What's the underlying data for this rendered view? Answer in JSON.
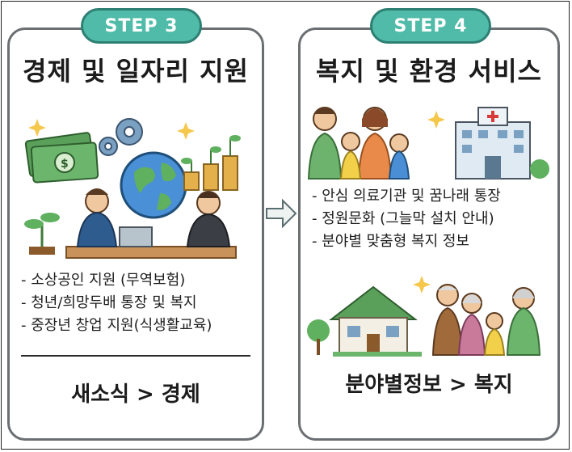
{
  "step3": {
    "badge": "STEP 3",
    "title": "경제 및 일자리 지원",
    "bullets": [
      "- 소상공인 지원 (무역보험)",
      "- 청년/희망두배 통장 및 복지",
      "- 중장년 창업 지원(식생활교육)"
    ],
    "footer": "새소식 > 경제"
  },
  "step4": {
    "badge": "STEP 4",
    "title": "복지 및 환경 서비스",
    "bullets": [
      "- 안심 의료기관 및 꿈나래 통장",
      "- 정원문화 (그늘막 설치 안내)",
      "- 분야별 맞춤형 복지 정보"
    ],
    "footer": "분야별정보 > 복지"
  },
  "colors": {
    "accent": "#4fbba8",
    "card_border": "#6b6f73",
    "text": "#1b1b1b"
  },
  "icons": [
    "money-icon",
    "gear-icon",
    "globe-icon",
    "coin-plant-icon",
    "business-meeting-illustration",
    "arrow-right-icon",
    "family-illustration",
    "hospital-icon",
    "house-icon",
    "elderly-family-illustration"
  ]
}
